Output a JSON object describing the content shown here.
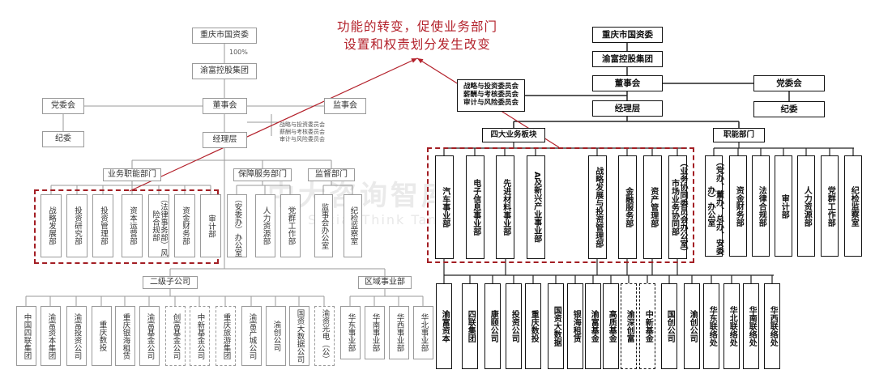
{
  "headline": [
    "功能的转变，促使业务部门",
    "设置和权责划分发生改变"
  ],
  "watermark": {
    "cn": "中大咨询智库",
    "en": "Social Think Tank"
  },
  "left": {
    "owner": "重庆市国资委",
    "percent": "100%",
    "group": "渝富控股集团",
    "party": "党委会",
    "board": "董事会",
    "supervisor": "监事会",
    "discipline": "纪委",
    "committees": [
      "战略与投资委员会",
      "薪酬与考核委员会",
      "审计与风险委员会"
    ],
    "management": "经理层",
    "biz_dept_header": "业务职能部门",
    "support_header": "保障服务部门",
    "oversight_header": "监督部门",
    "biz_depts": [
      "战略发展部",
      "投资研究部",
      "投资管理部",
      "资本运营部",
      "（法律事务部）风险合规部",
      "资金财务部",
      "审计部"
    ],
    "support_depts": [
      "（安委办）办公室",
      "人力资源部",
      "党群工作部"
    ],
    "oversight_depts": [
      "监事会办公室",
      "纪检监察室"
    ],
    "sub_header": "二级子公司",
    "region_header": "区域事业部",
    "subsidiaries": [
      "中国四联集团",
      "渝富资本集团",
      "渝富投资公司",
      "重庆数投",
      "重庆银海租赁",
      "渝富基金公司",
      "创富基金公司",
      "中新基金公司",
      "重庆旅游集团",
      "渝富产城公司",
      "渝创公司",
      "国资大数据公司",
      "渝资光电（公）"
    ],
    "dashed_subs": [
      6,
      7,
      8,
      12
    ],
    "regions": [
      "华东事业部",
      "华南事业部",
      "华西事业部",
      "华北事业部"
    ]
  },
  "right": {
    "owner": "重庆市国资委",
    "group": "渝富控股集团",
    "board": "董事会",
    "party": "党委会",
    "discipline": "纪委",
    "committees": [
      "战略与投资委员会",
      "薪酬与考核委员会",
      "审计与风险委员会"
    ],
    "management": "经理层",
    "biz_header": "四大业务板块",
    "func_header": "职能部门",
    "biz_units": [
      "汽车事业部",
      "电子信息事业部",
      "先进材料事业部",
      "A及新兴产业事业部",
      "战略发展与投资管理部",
      "金融服务部",
      "资产管理部",
      "（业务协同委员会办公室）市场业务协同部"
    ],
    "func_depts": [
      "（党办、董办、总办、安委办）办公室",
      "资金财务部",
      "法律合规部",
      "审计部",
      "人力资源部",
      "党群工作部",
      "纪检监察室"
    ],
    "companies": [
      "渝富资本",
      "四联集团",
      "康颐公司",
      "投资公司",
      "重庆数投",
      "国资大数据",
      "银海租赁",
      "渝富基金",
      "高质基金",
      "渝深创富",
      "中新基金",
      "国创公司",
      "渝创公司",
      "华东联络处",
      "华北联络处",
      "华南联络处",
      "华西联络处"
    ],
    "dashed_companies": [
      9,
      10
    ]
  }
}
